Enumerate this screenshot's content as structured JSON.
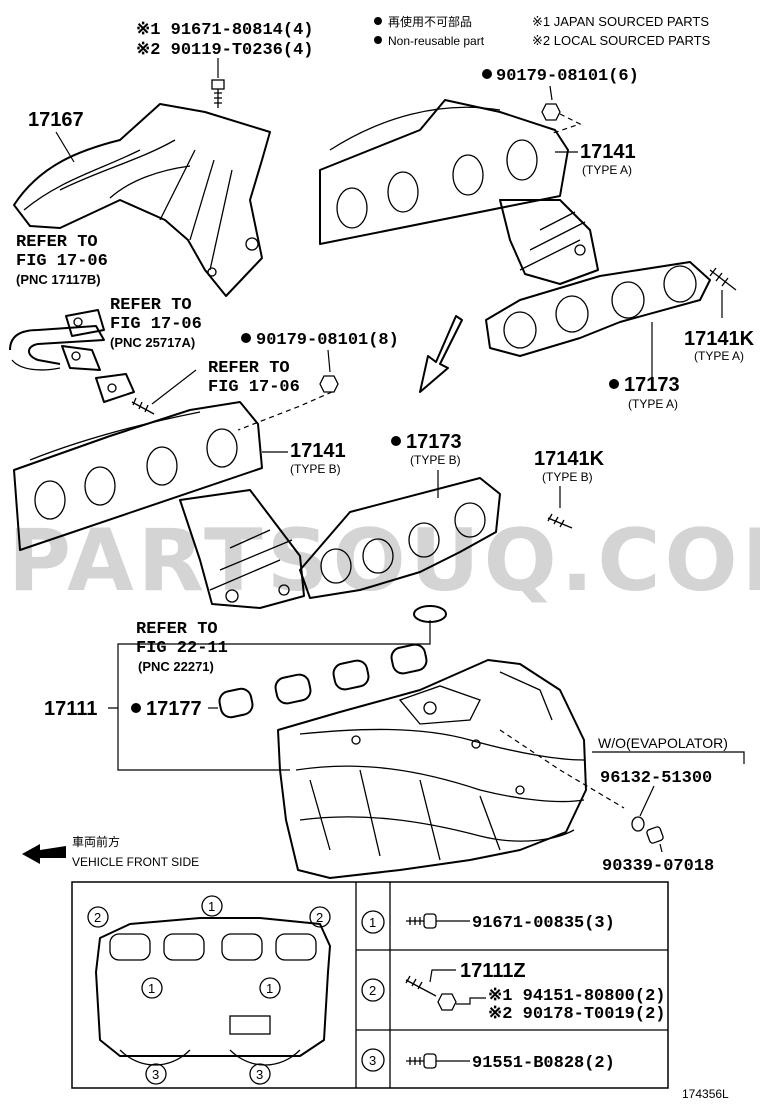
{
  "legend": {
    "non_reusable_jp": "再使用不可部品",
    "non_reusable_en": "Non-reusable part",
    "japan_sourced": "※1 JAPAN SOURCED PARTS",
    "local_sourced": "※2 LOCAL SOURCED PARTS"
  },
  "labels": {
    "bolt_top_1": "※1 91671-80814(4)",
    "bolt_top_2": "※2 90119-T0236(4)",
    "p17167": "17167",
    "nut_top": "90179-08101(6)",
    "p17141_a": "17141",
    "type_a_1": "(TYPE A)",
    "ref1_a": "REFER TO",
    "ref1_b": "FIG 17-06",
    "ref1_c": "(PNC 17117B)",
    "ref2_a": "REFER TO",
    "ref2_b": "FIG 17-06",
    "ref2_c": "(PNC 25717A)",
    "nut_mid": "90179-08101(8)",
    "p17141k_a": "17141K",
    "type_a_2": "(TYPE A)",
    "ref3_a": "REFER TO",
    "ref3_b": "FIG 17-06",
    "p17173_a": "17173",
    "type_a_3": "(TYPE A)",
    "p17141_b": "17141",
    "type_b_1": "(TYPE B)",
    "p17173_b": "17173",
    "type_b_2": "(TYPE B)",
    "p17141k_b": "17141K",
    "type_b_3": "(TYPE B)",
    "ref4_a": "REFER TO",
    "ref4_b": "FIG 22-11",
    "ref4_c": "(PNC 22271)",
    "p17111": "17111",
    "p17177": "17177",
    "wo_evap": "W/O(EVAPOLATOR)",
    "p96132": "96132-51300",
    "p90339": "90339-07018",
    "front_jp": "車両前方",
    "front_en": "VEHICLE FRONT SIDE",
    "fig_code": "174356L"
  },
  "watermark": "PARTSOUQ.COM",
  "table": {
    "circle_1": "1",
    "circle_2": "2",
    "circle_3": "3",
    "row1_part": "91671-00835(3)",
    "row2_title": "17111Z",
    "row2_part1": "※1 94151-80800(2)",
    "row2_part2": "※2 90178-T0019(2)",
    "row3_part": "91551-B0828(2)"
  }
}
